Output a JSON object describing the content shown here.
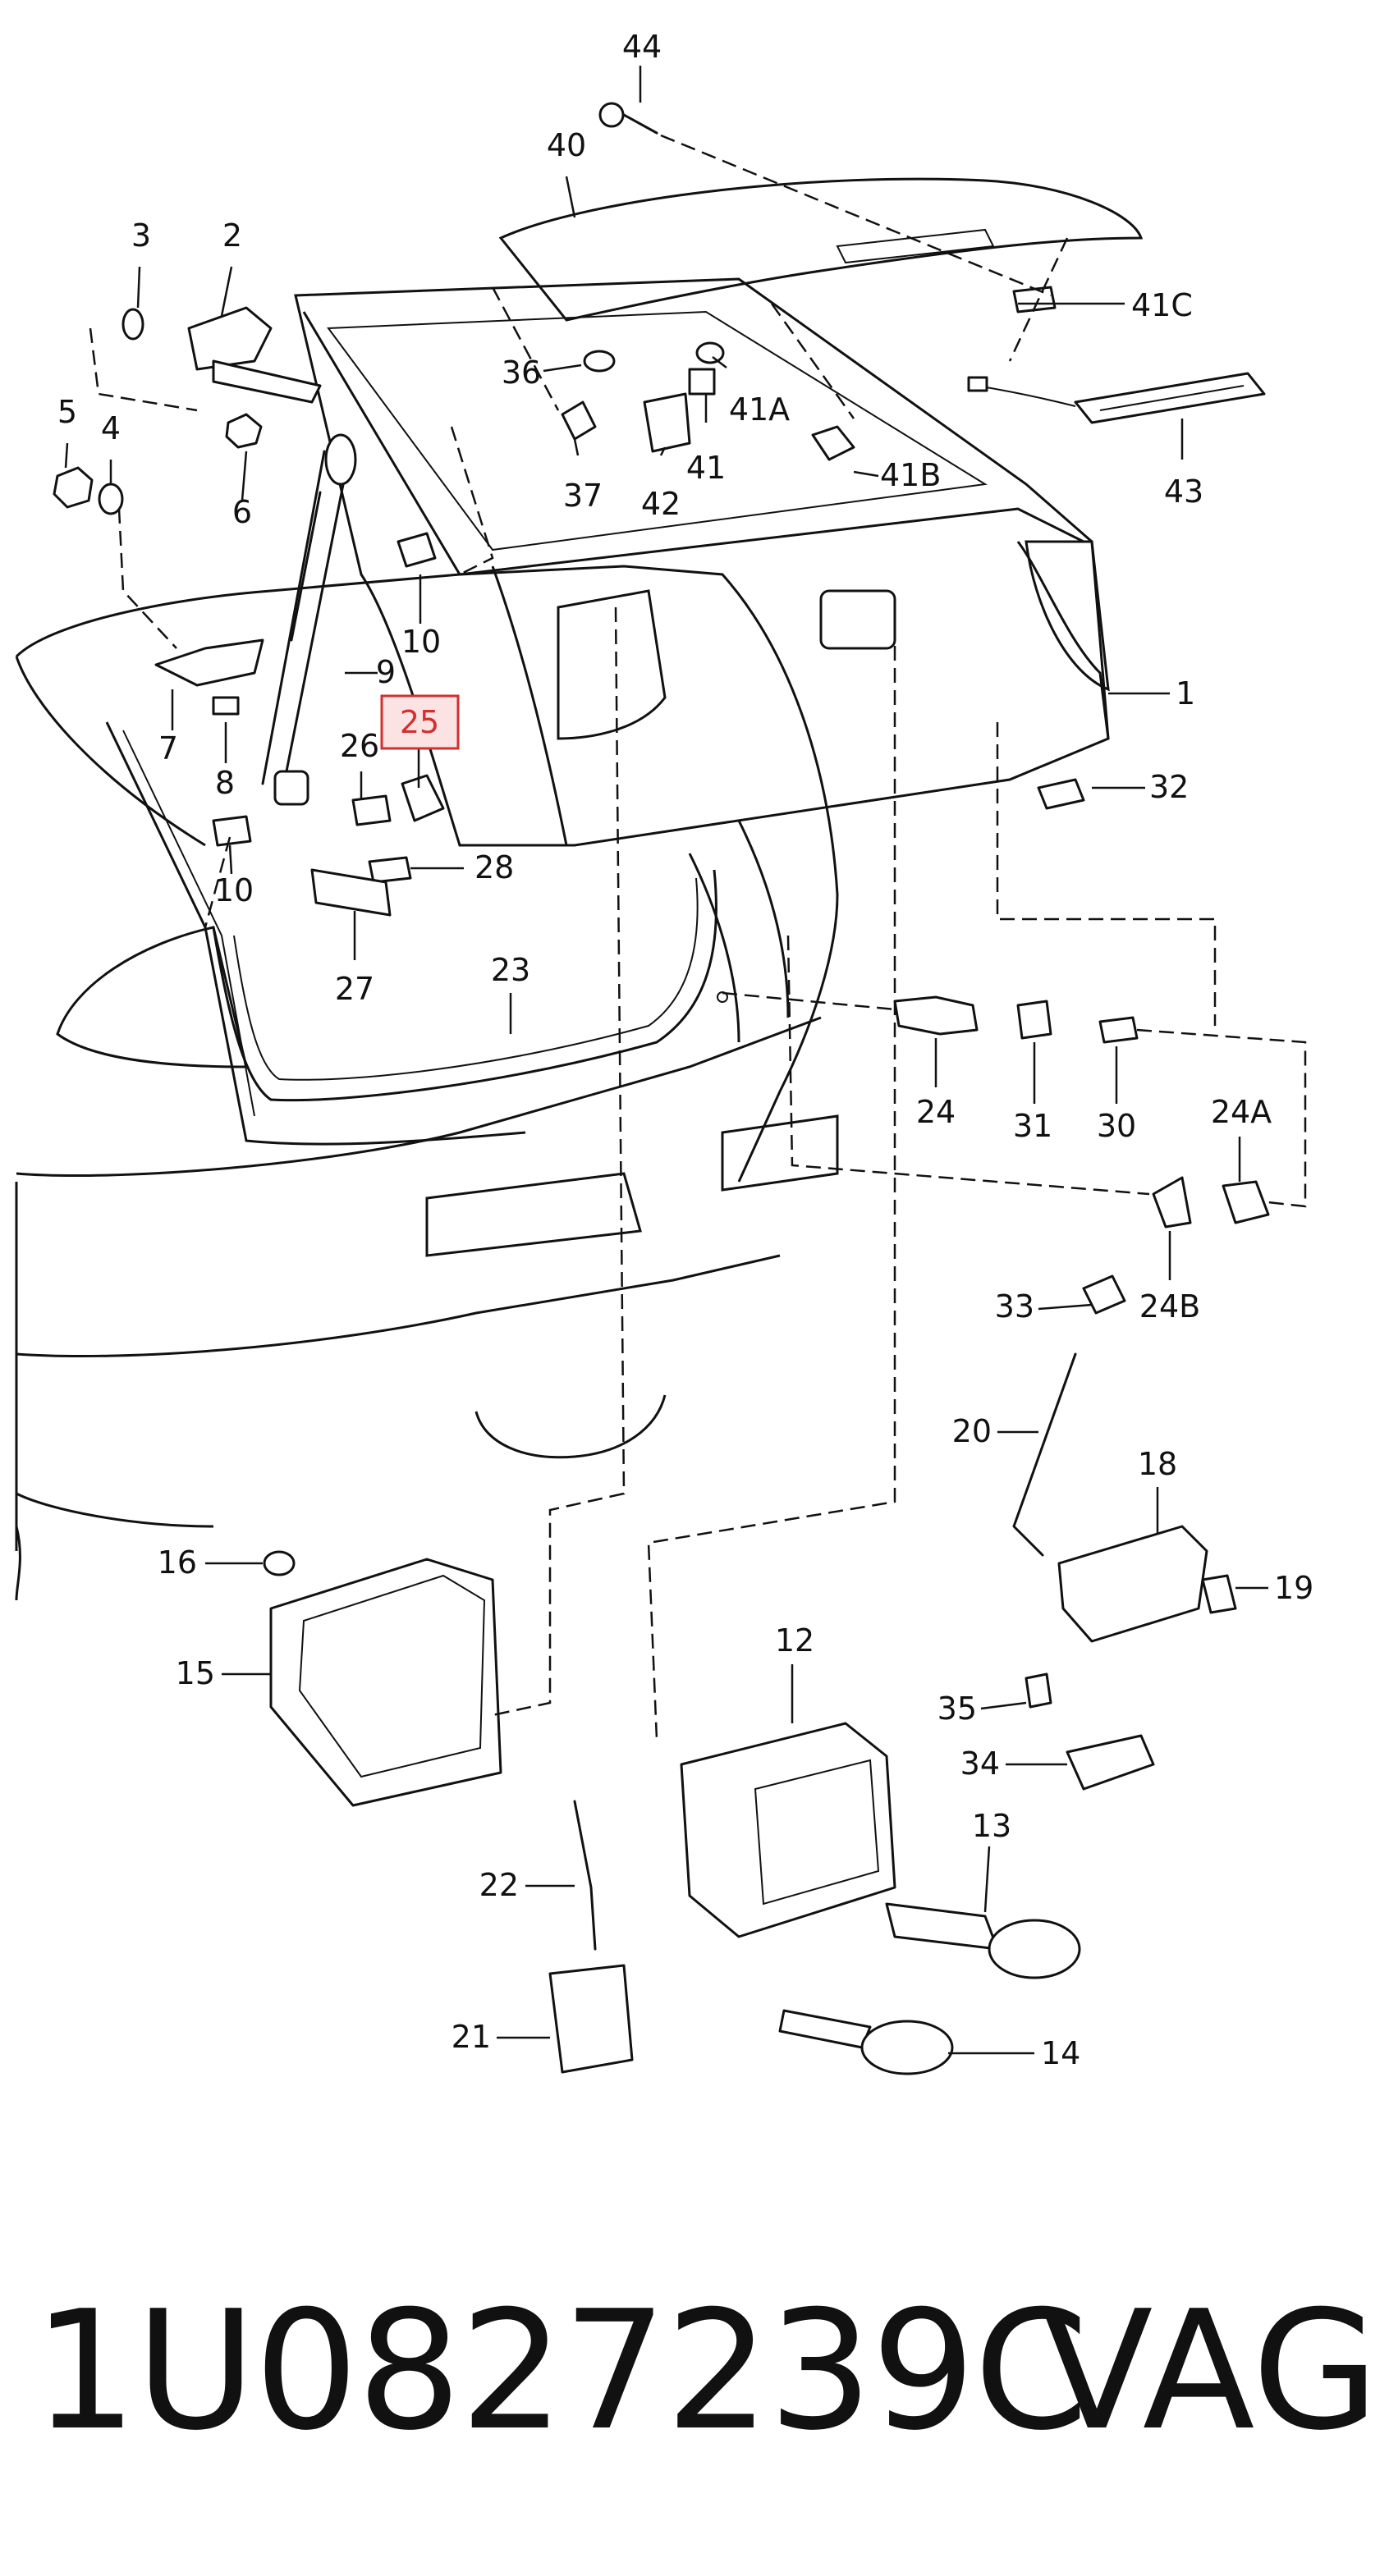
{
  "labels": {
    "l44": "44",
    "l40": "40",
    "l3": "3",
    "l2": "2",
    "l41c": "41C",
    "l36": "36",
    "l41a": "41A",
    "l5": "5",
    "l4": "4",
    "l6": "6",
    "l37": "37",
    "l42": "42",
    "l41": "41",
    "l41b": "41B",
    "l43": "43",
    "l1": "1",
    "l10a": "10",
    "l9": "9",
    "l25": "25",
    "l7": "7",
    "l8": "8",
    "l26": "26",
    "l32": "32",
    "l10b": "10",
    "l28": "28",
    "l27": "27",
    "l23": "23",
    "l24": "24",
    "l31": "31",
    "l30": "30",
    "l24a": "24A",
    "l24b": "24B",
    "l33": "33",
    "l20": "20",
    "l18": "18",
    "l19": "19",
    "l16": "16",
    "l15": "15",
    "l12": "12",
    "l35": "35",
    "l34": "34",
    "l13": "13",
    "l22": "22",
    "l21": "21",
    "l14": "14"
  },
  "highlight": {
    "label": "25",
    "color": "#d32f2f",
    "fill": "#fbe3e3"
  },
  "caption": {
    "part_number": "1U0827239C",
    "brand": "VAG"
  }
}
